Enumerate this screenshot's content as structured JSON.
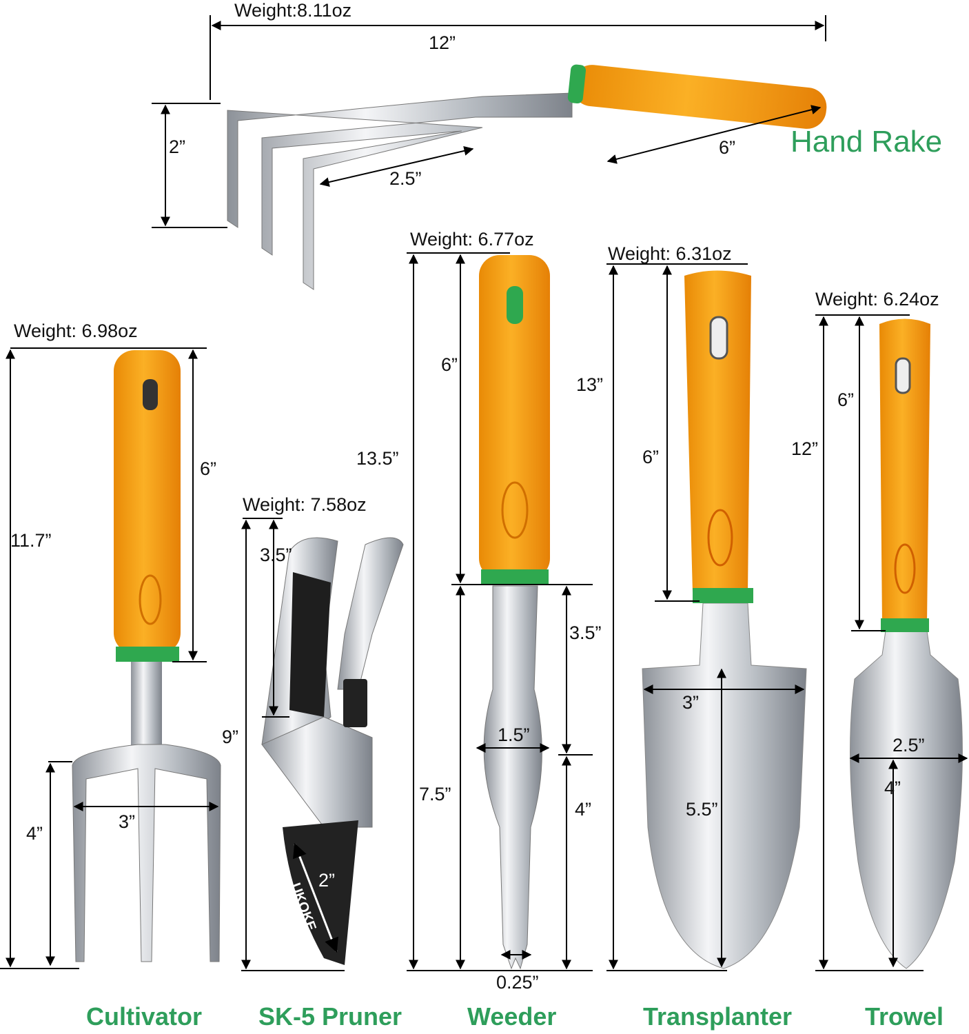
{
  "colors": {
    "label_green": "#2e9e5b",
    "handle_orange": "#f5a012",
    "band_green": "#2fa84f",
    "metal": "#c9ccd1"
  },
  "hand_rake": {
    "name": "Hand Rake",
    "weight": "Weight:8.11oz",
    "length": "12”",
    "height": "2”",
    "tine": "2.5”",
    "handle": "6”"
  },
  "cultivator": {
    "name": "Cultivator",
    "weight": "Weight: 6.98oz",
    "length": "11.7”",
    "handle": "6”",
    "tine": "4”",
    "width": "3”"
  },
  "pruner": {
    "name": "SK-5 Pruner",
    "weight": "Weight: 7.58oz",
    "length": "9”",
    "handle": "3.5”",
    "blade": "2”",
    "logo": "UKOKE"
  },
  "weeder": {
    "name": "Weeder",
    "weight": "Weight: 6.77oz",
    "length": "13.5”",
    "handle": "6”",
    "shaft": "7.5”",
    "neck": "3.5”",
    "fork": "4”",
    "width": "1.5”",
    "tip": "0.25”"
  },
  "transplanter": {
    "name": "Transplanter",
    "weight": "Weight: 6.31oz",
    "length": "13”",
    "handle": "6”",
    "width": "3”",
    "blade": "5.5”"
  },
  "trowel": {
    "name": "Trowel",
    "weight": "Weight: 6.24oz",
    "length": "12”",
    "handle": "6”",
    "width": "2.5”",
    "depth": "4”"
  }
}
